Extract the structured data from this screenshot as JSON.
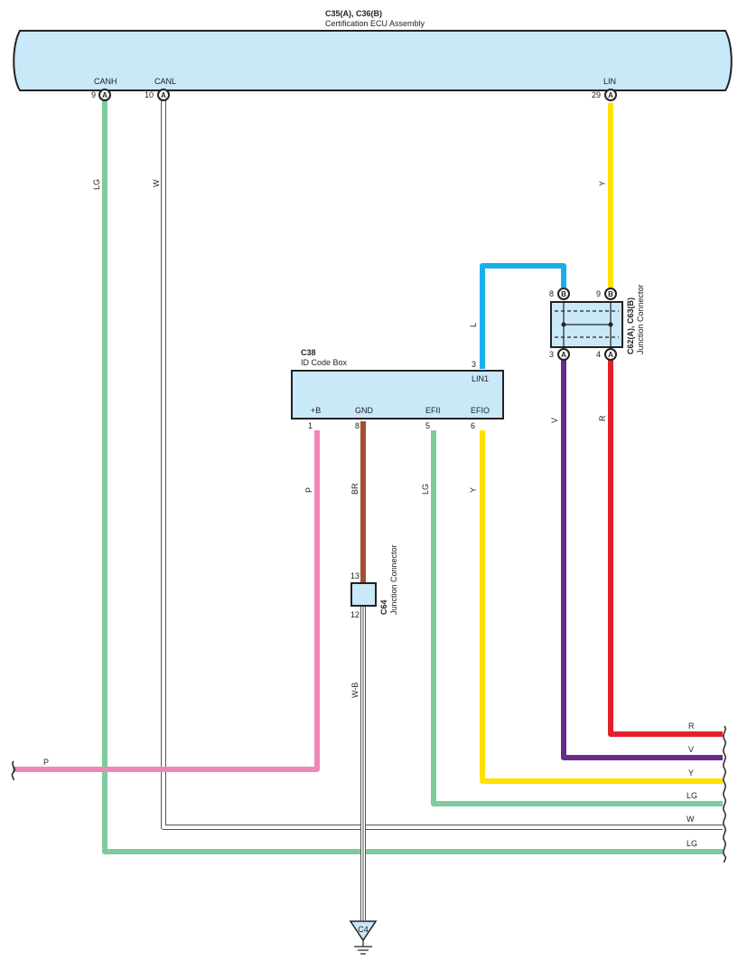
{
  "colors": {
    "LG": "#7ecb9c",
    "W": "#ffffff",
    "Y": "#ffe100",
    "L": "#1aaeea",
    "V": "#6a2c8c",
    "R": "#e3202a",
    "P": "#ef86b8",
    "BR": "#a0522d",
    "box_fill": "#c9e8f8",
    "outline": "#222222"
  },
  "ecu": {
    "code": "C35(A), C36(B)",
    "name": "Certification ECU Assembly",
    "terminals": [
      {
        "name": "CANH",
        "pin": "9",
        "conn": "A"
      },
      {
        "name": "CANL",
        "pin": "10",
        "conn": "A"
      },
      {
        "name": "LIN",
        "pin": "29",
        "conn": "A"
      }
    ]
  },
  "idbox": {
    "code": "C38",
    "name": "ID Code Box",
    "lin_name": "LIN1",
    "lin_pin": "3",
    "terminals": [
      {
        "name": "+B",
        "pin": "1"
      },
      {
        "name": "GND",
        "pin": "8"
      },
      {
        "name": "EFII",
        "pin": "5"
      },
      {
        "name": "EFIO",
        "pin": "6"
      }
    ]
  },
  "jc62": {
    "code": "C62(A), C63(B)",
    "name": "Junction Connector",
    "pins_top": [
      {
        "pin": "8",
        "conn": "B"
      },
      {
        "pin": "9",
        "conn": "B"
      }
    ],
    "pins_bottom": [
      {
        "pin": "3",
        "conn": "A"
      },
      {
        "pin": "4",
        "conn": "A"
      }
    ]
  },
  "jc64": {
    "code": "C64",
    "name": "Junction Connector",
    "pin_in": "13",
    "pin_out": "12"
  },
  "ground": {
    "code": "C4"
  },
  "wires": {
    "canh": "LG",
    "canl": "W",
    "lin": "Y",
    "lin1": "L",
    "jc_v": "V",
    "jc_r": "R",
    "plusb": "P",
    "gnd": "BR",
    "efii": "LG",
    "efio": "Y",
    "ground": "W-B",
    "left_p": "P"
  },
  "right_exits": [
    "R",
    "V",
    "Y",
    "LG",
    "W",
    "LG"
  ]
}
